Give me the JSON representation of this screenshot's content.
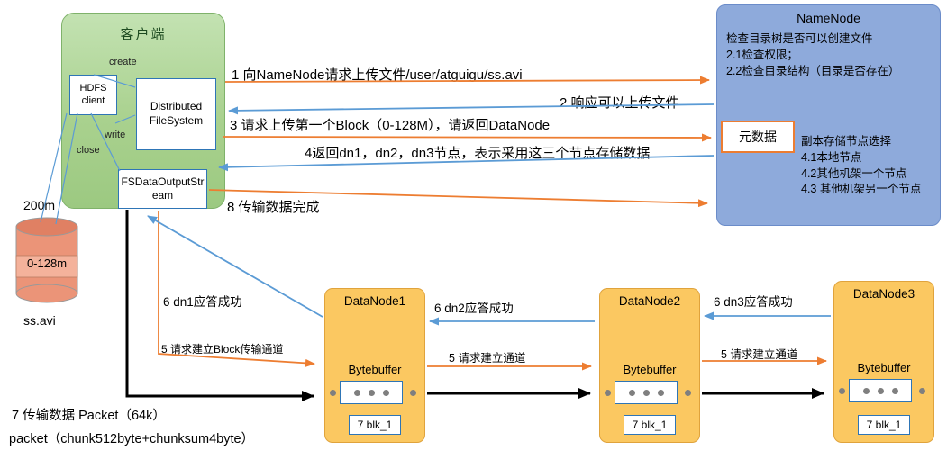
{
  "client": {
    "title": "客户端",
    "labels": {
      "create": "create",
      "write": "write",
      "close": "close"
    },
    "components": {
      "hdfs_client": "HDFS client",
      "distributed_filesystem": "Distributed FileSystem",
      "fs_data_output_stream": "FSDataOutputStream"
    }
  },
  "namenode": {
    "title": "NameNode",
    "checks": [
      "检查目录树是否可以创建文件",
      "2.1检查权限；",
      "2.2检查目录结构（目录是否存在）"
    ],
    "metadata_label": "元数据",
    "replica_policy": [
      "副本存储节点选择",
      "4.1本地节点",
      "4.2其他机架一个节点",
      "4.3 其他机架另一个节点"
    ]
  },
  "source_file": {
    "total_size": "200m",
    "block_range": "0-128m",
    "file_name": "ss.avi"
  },
  "datanodes": [
    {
      "title": "DataNode1",
      "buffer_label": "Bytebuffer",
      "block_label": "7 blk_1"
    },
    {
      "title": "DataNode2",
      "buffer_label": "Bytebuffer",
      "block_label": "7 blk_1"
    },
    {
      "title": "DataNode3",
      "buffer_label": "Bytebuffer",
      "block_label": "7 blk_1"
    }
  ],
  "messages": {
    "step1": "1 向NameNode请求上传文件/user/atguigu/ss.avi",
    "step2": "2 响应可以上传文件",
    "step3": "3 请求上传第一个Block（0-128M），请返回DataNode",
    "step4": "4返回dn1，dn2，dn3节点，表示采用这三个节点存储数据",
    "step5_dn1": "5 请求建立Block传输通道",
    "step5_dn2": "5 请求建立通道",
    "step5_dn3": "5 请求建立通道",
    "step6_dn1": "6 dn1应答成功",
    "step6_dn2": "6 dn2应答成功",
    "step6_dn3": "6 dn3应答成功",
    "step7": "7 传输数据  Packet（64k）",
    "step7_detail": "packet（chunk512byte+chunksum4byte）",
    "step8": "8 传输数据完成"
  },
  "colors": {
    "client_fill": "#A9D18E",
    "namenode_fill": "#8EAADB",
    "datanode_fill": "#FBC861",
    "cylinder_fill": "#EB9478",
    "arrow_orange": "#ED7D31",
    "arrow_blue": "#5B9BD5",
    "arrow_black": "#000000",
    "box_border_blue": "#2E75B6"
  }
}
